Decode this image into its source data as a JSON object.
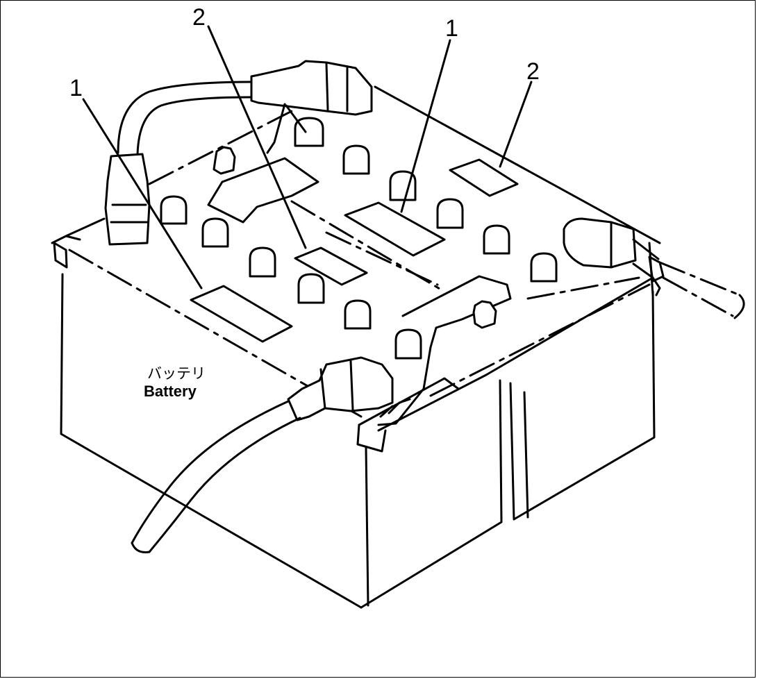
{
  "diagram": {
    "callouts": [
      "1",
      "2",
      "1",
      "2"
    ],
    "label_jp": "バッテリ",
    "label_en": "Battery"
  }
}
